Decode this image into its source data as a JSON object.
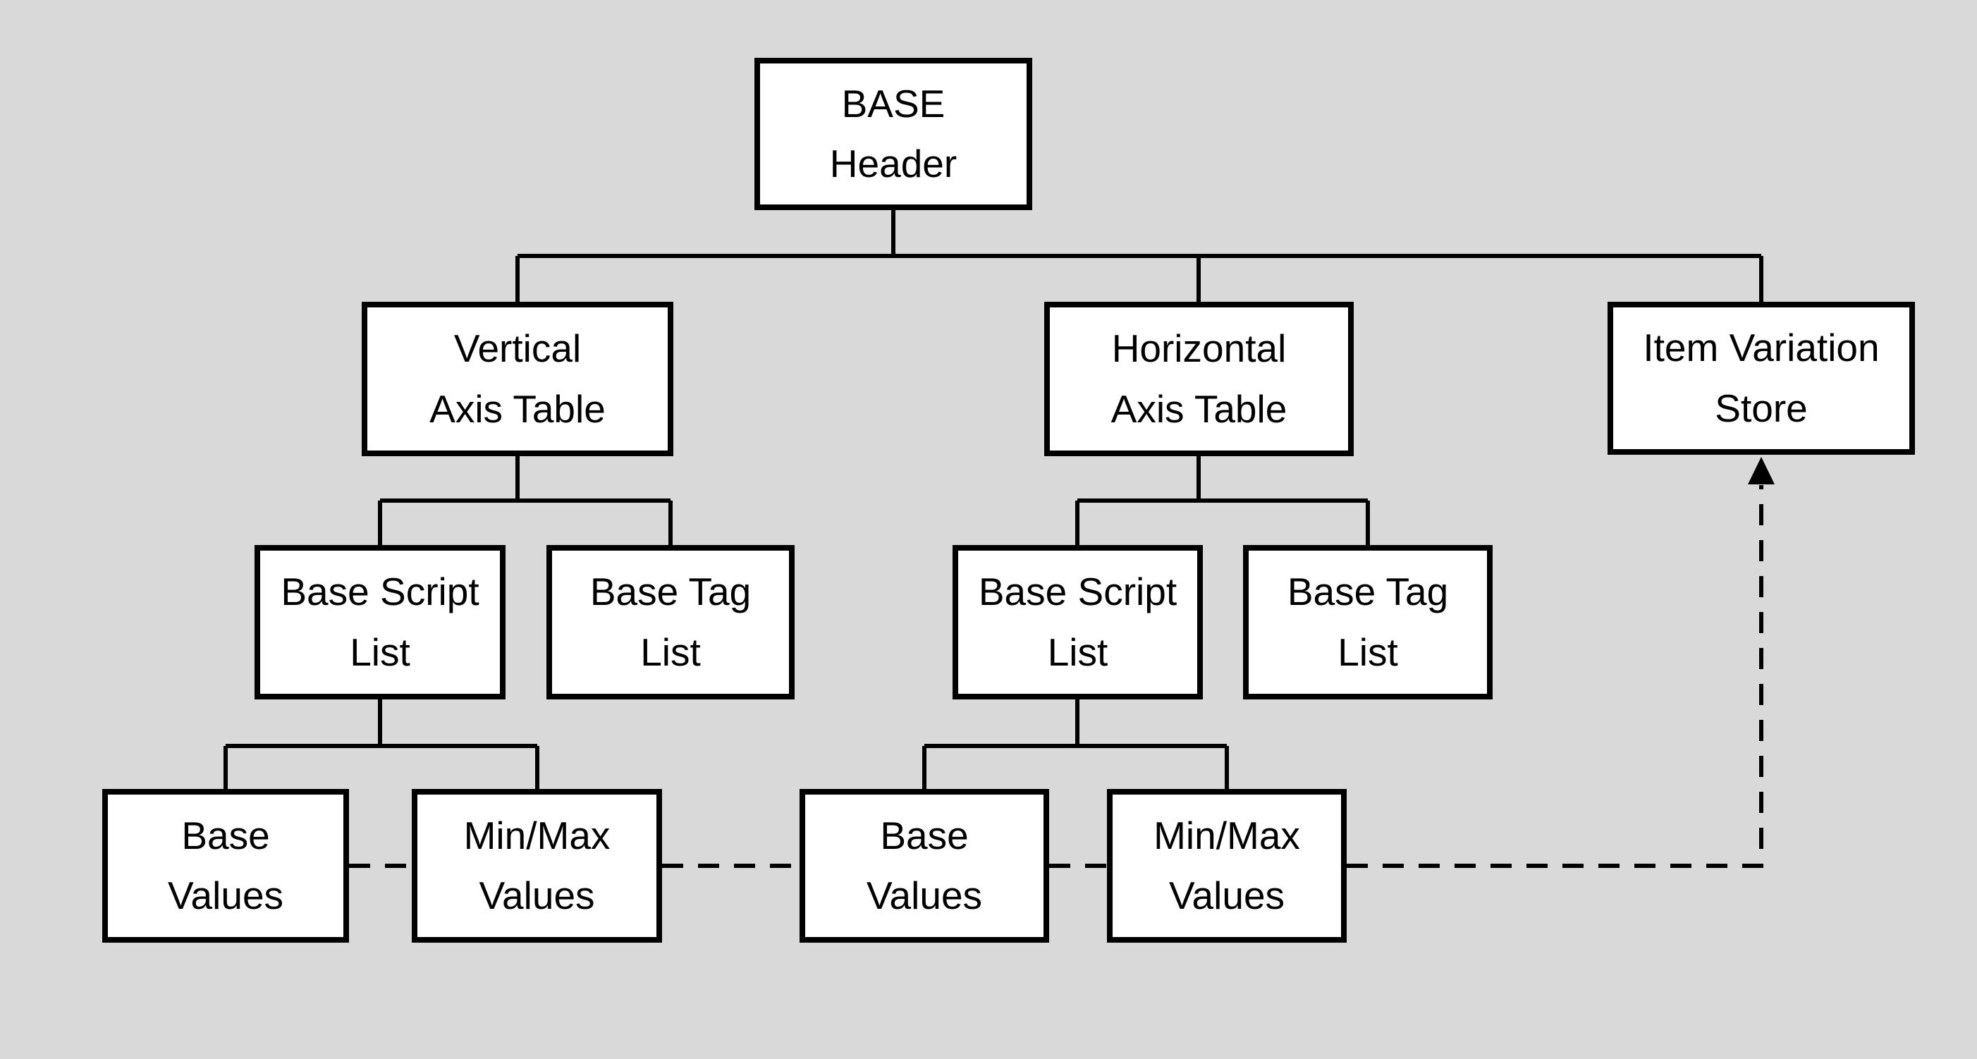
{
  "colors": {
    "background": "#d9d9d9",
    "node_fill": "#ffffff",
    "node_border": "#000000",
    "line": "#000000",
    "text": "#000000"
  },
  "nodes": {
    "base_header": {
      "label": "BASE\nHeader"
    },
    "vertical_axis_table": {
      "label": "Vertical\nAxis Table"
    },
    "horizontal_axis_table": {
      "label": "Horizontal\nAxis Table"
    },
    "item_variation_store": {
      "label": "Item Variation\nStore"
    },
    "v_base_script_list": {
      "label": "Base Script\nList"
    },
    "v_base_tag_list": {
      "label": "Base Tag\nList"
    },
    "h_base_script_list": {
      "label": "Base Script\nList"
    },
    "h_base_tag_list": {
      "label": "Base Tag\nList"
    },
    "v_base_values": {
      "label": "Base\nValues"
    },
    "v_minmax_values": {
      "label": "Min/Max\nValues"
    },
    "h_base_values": {
      "label": "Base\nValues"
    },
    "h_minmax_values": {
      "label": "Min/Max\nValues"
    }
  },
  "edges": {
    "solid": [
      {
        "from": "base_header",
        "to": "vertical_axis_table"
      },
      {
        "from": "base_header",
        "to": "horizontal_axis_table"
      },
      {
        "from": "base_header",
        "to": "item_variation_store"
      },
      {
        "from": "vertical_axis_table",
        "to": "v_base_script_list"
      },
      {
        "from": "vertical_axis_table",
        "to": "v_base_tag_list"
      },
      {
        "from": "horizontal_axis_table",
        "to": "h_base_script_list"
      },
      {
        "from": "horizontal_axis_table",
        "to": "h_base_tag_list"
      },
      {
        "from": "v_base_script_list",
        "to": "v_base_values"
      },
      {
        "from": "v_base_script_list",
        "to": "v_minmax_values"
      },
      {
        "from": "h_base_script_list",
        "to": "h_base_values"
      },
      {
        "from": "h_base_script_list",
        "to": "h_minmax_values"
      }
    ],
    "dashed": [
      {
        "from": "v_base_values",
        "to": "v_minmax_values"
      },
      {
        "from": "v_minmax_values",
        "to": "h_base_values"
      },
      {
        "from": "h_base_values",
        "to": "h_minmax_values"
      },
      {
        "from": "h_minmax_values",
        "to": "item_variation_store",
        "arrow": "up"
      }
    ]
  }
}
